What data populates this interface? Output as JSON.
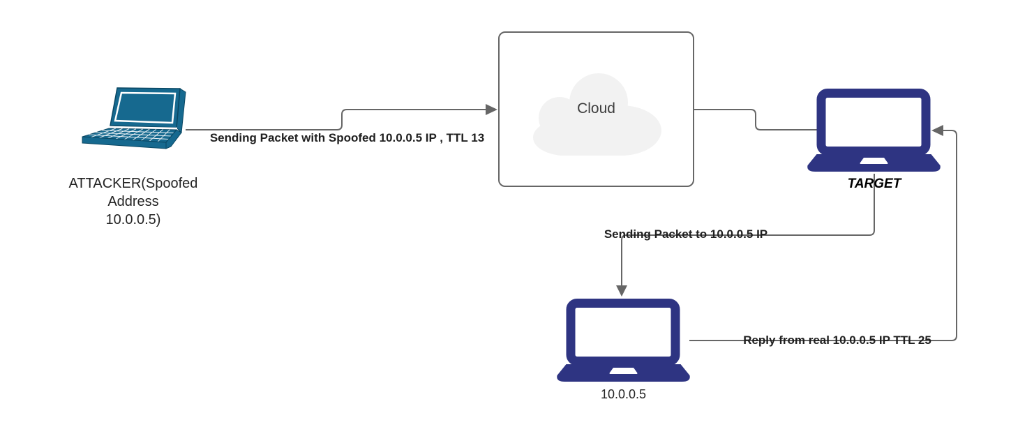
{
  "diagram": {
    "background": "#FFFFFF",
    "connector_color": "#666666",
    "nodes": {
      "attacker": {
        "icon": "laptop-3d-icon",
        "icon_color": "#16698F",
        "label": "ATTACKER(Spoofed\nAddress\n10.0.0.5)"
      },
      "cloud": {
        "shape": "rounded-rectangle",
        "border_color": "#666666",
        "cloud_fill": "#F2F2F2",
        "label": "Cloud"
      },
      "target": {
        "icon": "laptop-icon",
        "icon_color": "#2E3482",
        "label": "TARGET"
      },
      "real_host": {
        "icon": "laptop-icon",
        "icon_color": "#2E3482",
        "label": "10.0.0.5"
      }
    },
    "edges": [
      {
        "from": "attacker",
        "to": "cloud",
        "label": "Sending Packet with Spoofed 10.0.0.5 IP , TTL 13",
        "arrowhead": "filled-triangle-right"
      },
      {
        "from": "cloud",
        "to": "target",
        "label": "",
        "arrowhead": "none"
      },
      {
        "from": "target",
        "to": "real_host",
        "label": "Sending Packet to 10.0.0.5 IP",
        "arrowhead": "filled-triangle-down"
      },
      {
        "from": "real_host",
        "to": "target",
        "label": "Reply from real 10.0.0.5 IP TTL 25",
        "arrowhead": "filled-triangle-left"
      }
    ]
  }
}
